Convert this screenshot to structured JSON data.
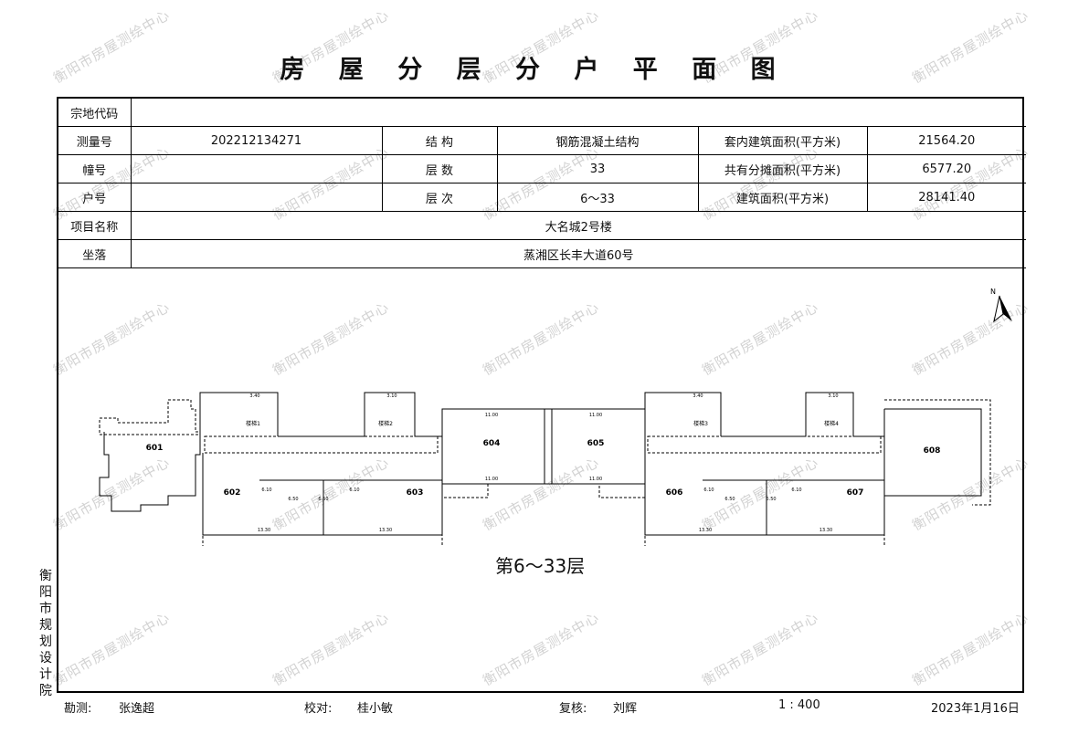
{
  "title": "房 屋 分 层 分 户 平 面 图",
  "info": {
    "parcel_code_label": "宗地代码",
    "parcel_code": "",
    "survey_no_label": "测量号",
    "survey_no": "202212134271",
    "structure_label": "结 构",
    "structure": "钢筋混凝土结构",
    "inner_area_label": "套内建筑面积(平方米)",
    "inner_area": "21564.20",
    "building_no_label": "幢号",
    "building_no": "",
    "floors_label": "层 数",
    "floors": "33",
    "shared_area_label": "共有分摊面积(平方米)",
    "shared_area": "6577.20",
    "unit_no_label": "户号",
    "unit_no": "",
    "floor_range_label": "层 次",
    "floor_range": "6～33",
    "build_area_label": "建筑面积(平方米)",
    "build_area": "28141.40",
    "project_label": "项目名称",
    "project": "大名城2号楼",
    "location_label": "坐落",
    "location": "蒸湘区长丰大道60号"
  },
  "plan": {
    "floor_label": "第6～33层",
    "north_label": "N",
    "units": [
      "601",
      "602",
      "603",
      "604",
      "605",
      "606",
      "607",
      "608"
    ],
    "stairs": [
      "楼梯1",
      "楼梯2",
      "楼梯3",
      "楼梯4"
    ],
    "dims_top": [
      "3.40",
      "3.10",
      "3.40",
      "3.10"
    ],
    "dims_mid": [
      "11.00",
      "11.00",
      "11.00",
      "11.00"
    ],
    "dims_bottom": [
      "13.30",
      "13.30",
      "13.30",
      "13.30"
    ],
    "dims_inner": [
      "6.10",
      "6.50",
      "6.10",
      "6.50",
      "6.10",
      "6.50",
      "6.10",
      "6.50"
    ]
  },
  "side_text": "衡阳市规划设计院",
  "footer": {
    "surveyor_label": "勘测:",
    "surveyor": "张逸超",
    "checker_label": "校对:",
    "checker": "桂小敏",
    "reviewer_label": "复核:",
    "reviewer": "刘辉",
    "scale": "1 : 400",
    "date": "2023年1月16日"
  },
  "watermark": "衡阳市房屋测绘中心"
}
